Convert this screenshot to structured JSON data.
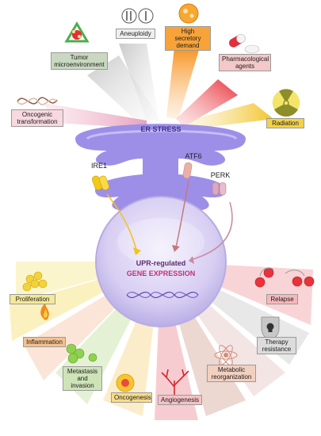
{
  "stressors": {
    "tumor_microenvironment": [
      "Tumor",
      "microenvironment"
    ],
    "aneuploidy": "Aneuploidy",
    "high_secretory_demand": [
      "High secretory",
      "demand"
    ],
    "pharmacological_agents": [
      "Pharmacological",
      "agents"
    ],
    "oncogenic_transformation": [
      "Oncogenic",
      "transformation"
    ],
    "radiation": "Radiation"
  },
  "er_stress": "ER STRESS",
  "sensors": {
    "ire1": "IRE1",
    "atf6": "ATF6",
    "perk": "PERK"
  },
  "nucleus": {
    "line1": "UPR-regulated",
    "line2": "GENE EXPRESSION"
  },
  "outcomes": {
    "proliferation": "Proliferation",
    "inflammation": "Inflammation",
    "metastasis": [
      "Metastasis",
      "and invasion"
    ],
    "oncogenesis": "Oncogenesis",
    "angiogenesis": "Angiogenesis",
    "metabolic": [
      "Metabolic",
      "reorganization"
    ],
    "therapy": [
      "Therapy",
      "resistance"
    ],
    "relapse": "Relapse"
  },
  "colors": {
    "er_membrane": "#9d8fe8",
    "nucleus": "#d8d0f0",
    "ire1": "#f0c419",
    "atf6": "#e8a0a0",
    "perk": "#d8a8b8",
    "orange": "#f7931e",
    "red": "#e0303a"
  }
}
